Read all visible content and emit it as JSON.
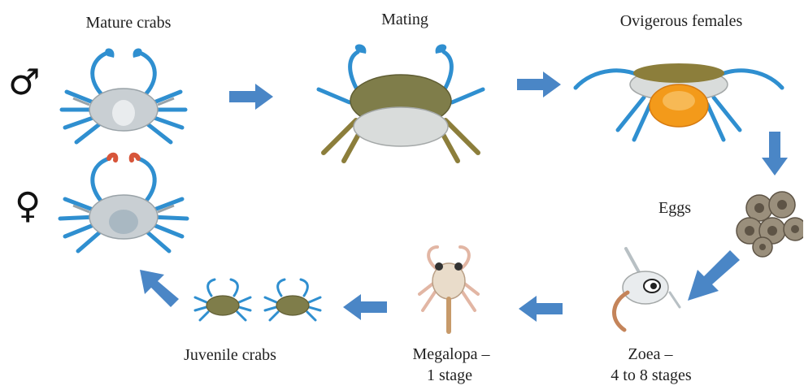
{
  "labels": {
    "mature_crabs": "Mature crabs",
    "mating": "Mating",
    "ovigerous_females": "Ovigerous females",
    "eggs": "Eggs",
    "zoea_line1": "Zoea –",
    "zoea_line2": "4 to 8 stages",
    "megalopa_line1": "Megalopa –",
    "megalopa_line2": "1 stage",
    "juvenile_crabs": "Juvenile crabs"
  },
  "symbols": {
    "male": "♂",
    "female": "♀"
  },
  "colors": {
    "arrow": "#4a86c6",
    "crab_shell_adult": "#c9cfd3",
    "crab_shell_olive": "#7f7d4a",
    "claw_blue": "#2f8fd0",
    "claw_tip_red": "#d7553a",
    "egg_mass": "#f39a1a",
    "egg": "#9a8f7c"
  },
  "icons": [
    "male-symbol",
    "female-symbol",
    "crab-illustration",
    "egg-cluster",
    "zoea-larva",
    "megalopa-larva",
    "flow-arrow"
  ]
}
